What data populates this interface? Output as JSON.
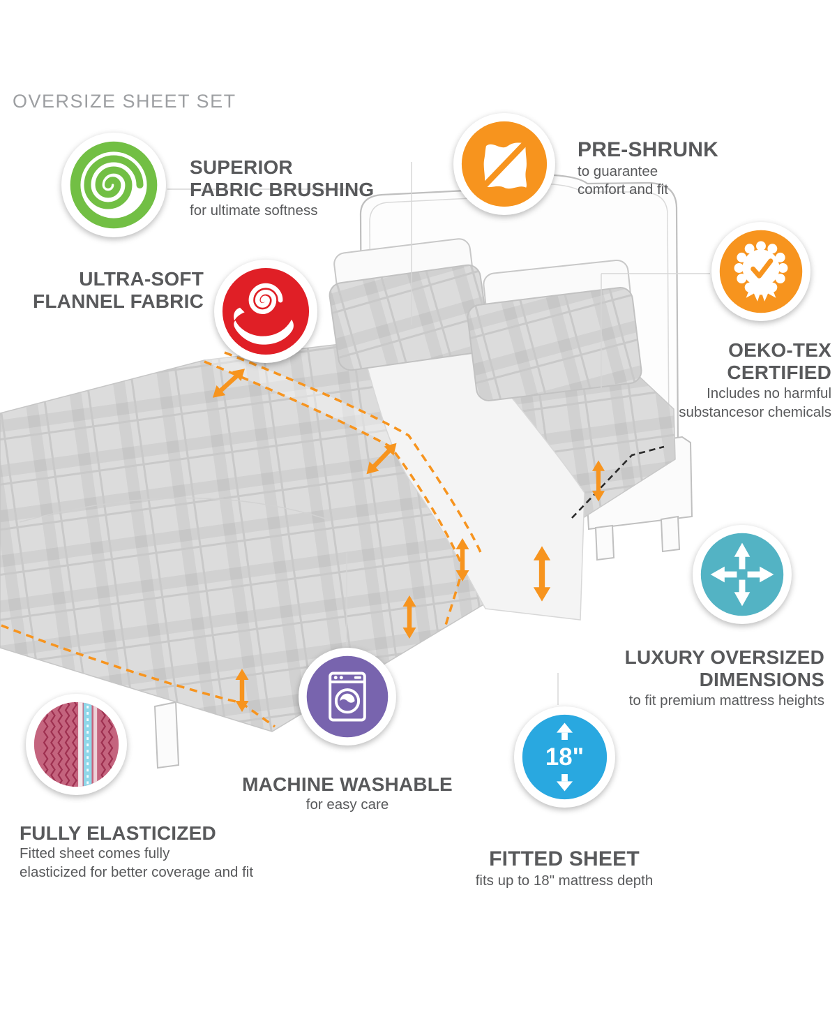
{
  "page": {
    "title": "OVERSIZE SHEET SET"
  },
  "illustration": {
    "subject": "bed-with-oversized-sheet-set",
    "dimension_line_color": "#F7941E",
    "mattress_depth_line_color": "#2A2A2A"
  },
  "features": {
    "fabric_brushing": {
      "title_line1": "SUPERIOR",
      "title_line2": "FABRIC BRUSHING",
      "description": "for ultimate softness",
      "color": "#72BF44",
      "icon": "swirl-brush-icon"
    },
    "flannel_fabric": {
      "title_line1": "ULTRA-SOFT",
      "title_line2": "FLANNEL FABRIC",
      "color": "#E01F26",
      "icon": "hand-fabric-icon"
    },
    "pre_shrunk": {
      "title": "PRE-SHRUNK",
      "description_line1": "to guarantee",
      "description_line2": "comfort and fit",
      "color": "#F7941E",
      "icon": "no-shrink-fabric-icon"
    },
    "oeko_tex": {
      "title": "OEKO-TEX CERTIFIED",
      "description_line1": "Includes no harmful",
      "description_line2": "substancesor chemicals",
      "color": "#F7941E",
      "icon": "certificate-ribbon-icon"
    },
    "oversized_dimensions": {
      "title_line1": "LUXURY OVERSIZED",
      "title_line2": "DIMENSIONS",
      "description": "to fit premium mattress heights",
      "color": "#53B3C4",
      "icon": "expand-arrows-icon"
    },
    "machine_washable": {
      "title": "MACHINE WASHABLE",
      "description": "for easy care",
      "color": "#7864AE",
      "icon": "washing-machine-icon"
    },
    "fitted_sheet": {
      "title": "FITTED SHEET",
      "description": "fits up to 18\" mattress depth",
      "icon_text": "18\"",
      "color": "#29A8E0",
      "icon": "mattress-depth-icon"
    },
    "fully_elasticized": {
      "title": "FULLY ELASTICIZED",
      "description_line1": "Fitted sheet comes fully",
      "description_line2": "elasticized for better coverage and fit",
      "color": "#C4647E",
      "icon": "elastic-fabric-icon"
    }
  }
}
